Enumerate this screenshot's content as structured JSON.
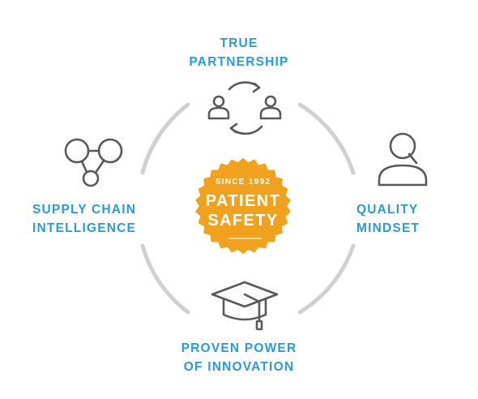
{
  "colors": {
    "ring": "#cfd0d2",
    "icon": "#58595b",
    "label": "#2a9bd7",
    "badge": "#f0a11e",
    "badge_text": "#ffffff"
  },
  "center": {
    "since": "SINCE 1992",
    "title_line1": "PATIENT",
    "title_line2": "SAFETY"
  },
  "pillars": {
    "top": {
      "icon": "partnership-icon",
      "lines": [
        "TRUE",
        "PARTNERSHIP"
      ]
    },
    "right": {
      "icon": "quality-person-icon",
      "lines": [
        "QUALITY",
        "MINDSET"
      ]
    },
    "bottom": {
      "icon": "graduation-cap-icon",
      "lines": [
        "PROVEN POWER",
        "OF INNOVATION"
      ]
    },
    "left": {
      "icon": "network-nodes-icon",
      "lines": [
        "SUPPLY CHAIN",
        "INTELLIGENCE"
      ]
    }
  }
}
